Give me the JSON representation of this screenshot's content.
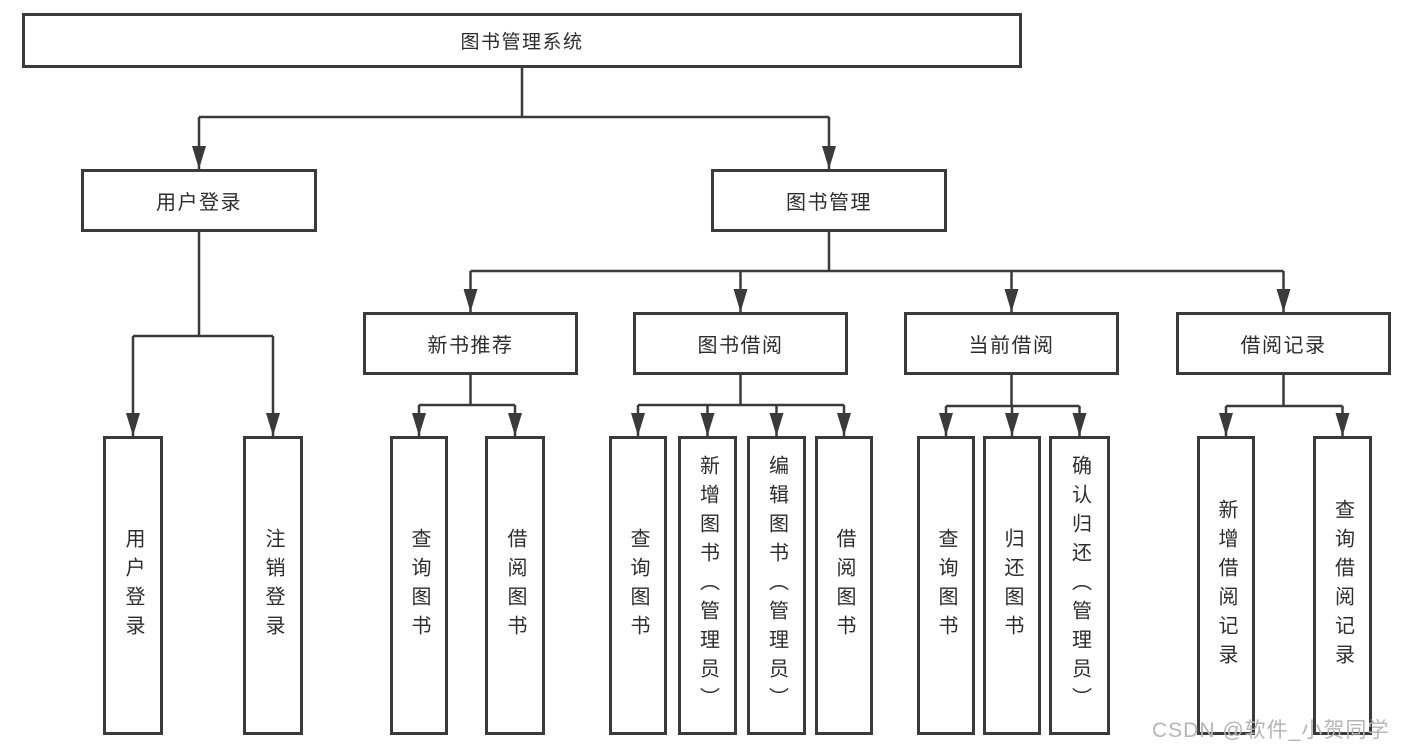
{
  "diagram": {
    "colors": {
      "line": "#3a3a3a",
      "text": "#2d2d2d",
      "background": "#ffffff",
      "watermark_color": "#b5b5b5"
    },
    "nodes": {
      "root": "图书管理系统",
      "l1": [
        "用户登录",
        "图书管理"
      ],
      "l2": [
        "新书推荐",
        "图书借阅",
        "当前借阅",
        "借阅记录"
      ],
      "leaves": {
        "user_login": [
          "用户登录",
          "注销登录"
        ],
        "new_book": [
          "查询图书",
          "借阅图书"
        ],
        "borrow": [
          "查询图书",
          "新增图书（管理员）",
          "编辑图书（管理员）",
          "借阅图书"
        ],
        "current": [
          "查询图书",
          "归还图书",
          "确认归还（管理员）"
        ],
        "records": [
          "新增借阅记录",
          "查询借阅记录"
        ]
      }
    },
    "watermark": "CSDN @软件_小贺同学"
  }
}
